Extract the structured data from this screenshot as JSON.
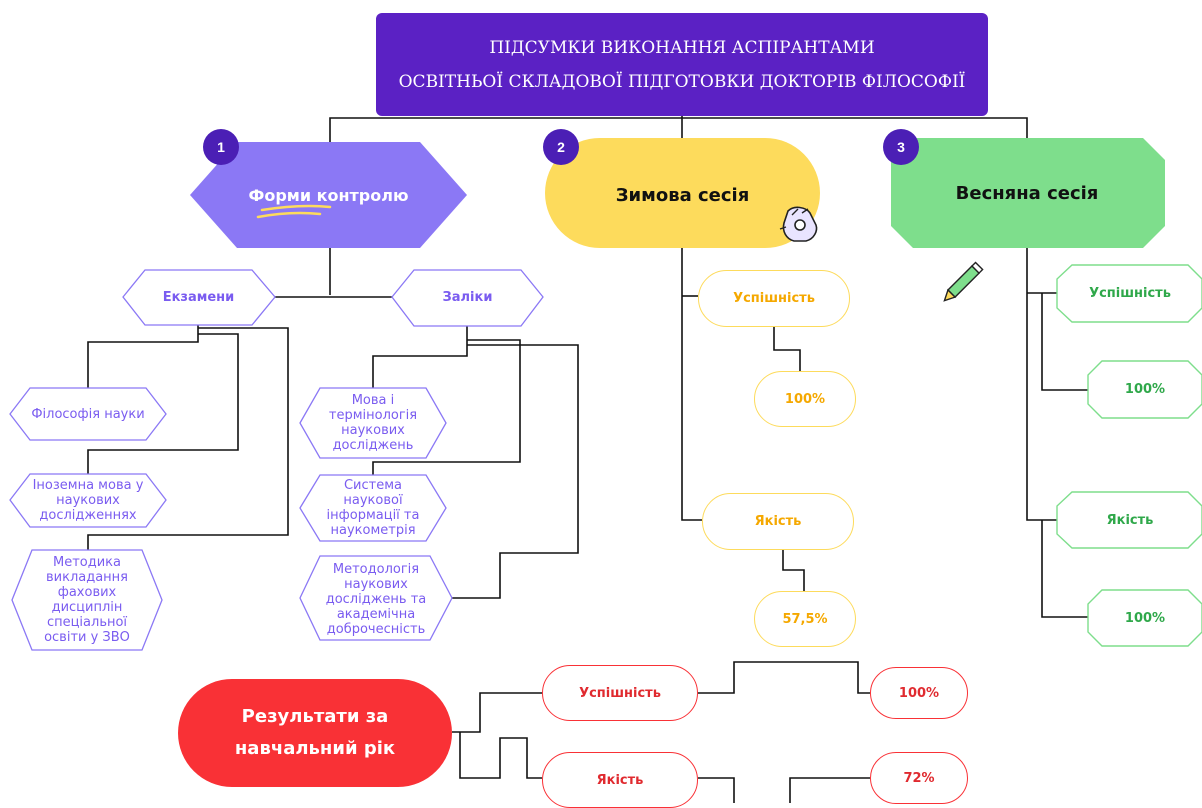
{
  "title": {
    "line1": "ПІДСУМКИ ВИКОНАННЯ АСПІРАНТАМИ",
    "line2": "ОСВІТНЬОЇ СКЛАДОВОЇ ПІДГОТОВКИ ДОКТОРІВ ФІЛОСОФІЇ"
  },
  "branches": {
    "control": {
      "number": "1",
      "label": "Форми контролю",
      "exams": {
        "label": "Екзамени",
        "items": [
          "Філософія науки",
          "Іноземна мова у наукових дослідженнях",
          "Методика викладання фахових дисциплін спеціальної освіти у ЗВО"
        ]
      },
      "credits": {
        "label": "Заліки",
        "items": [
          "Мова і термінологія наукових досліджень",
          "Система наукової інформації та наукометрія",
          "Методологія наукових досліджень та академічна доброчесність"
        ]
      }
    },
    "winter": {
      "number": "2",
      "label": "Зимова сесія",
      "success_label": "Успішність",
      "success_value": "100%",
      "quality_label": "Якість",
      "quality_value": "57,5%"
    },
    "spring": {
      "number": "3",
      "label": "Весняна сесія",
      "success_label": "Успішність",
      "success_value": "100%",
      "quality_label": "Якість",
      "quality_value": "100%"
    }
  },
  "results": {
    "line1": "Результати за",
    "line2": "навчальний рік",
    "success_label": "Успішність",
    "success_value": "100%",
    "quality_label": "Якість",
    "quality_value": "72%"
  },
  "colors": {
    "title_bg": "#5b21c4",
    "control": "#8b78f5",
    "winter": "#fddb5c",
    "winter_text": "#f5a800",
    "spring": "#7ede8c",
    "spring_text": "#2fa84a",
    "results": "#f93136"
  },
  "icons": {
    "winter_decoration": "ok-hand-icon",
    "spring_decoration": "pencil-icon"
  }
}
